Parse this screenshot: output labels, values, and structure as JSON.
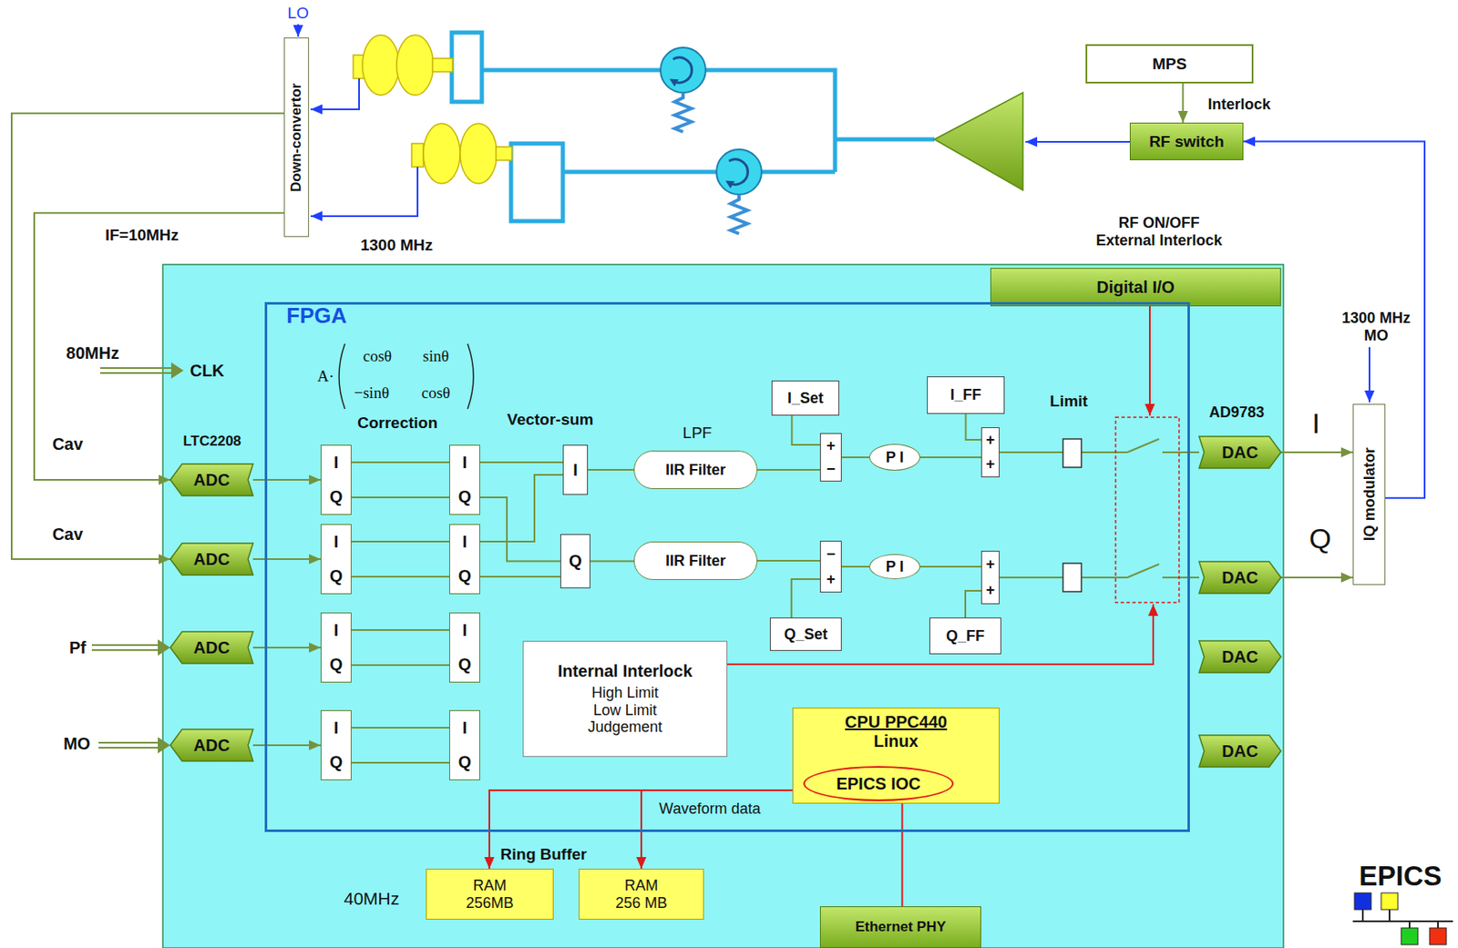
{
  "diagram": {
    "nodes": [
      {
        "text": [
          "MPS"
        ]
      },
      {
        "text": [
          "RF switch"
        ]
      },
      {
        "text": [
          "Down-convertor"
        ]
      },
      {
        "text": [
          "Digital I/O"
        ]
      },
      {
        "text": [
          "FPGA"
        ]
      },
      {
        "text": [
          "ADC"
        ]
      },
      {
        "text": [
          "ADC"
        ]
      },
      {
        "text": [
          "ADC"
        ]
      },
      {
        "text": [
          "ADC"
        ]
      },
      {
        "text": [
          "I",
          "Q"
        ],
        "in": 4
      },
      {
        "text": [
          "I",
          "Q"
        ],
        "in": 4
      },
      {
        "text": [
          "I"
        ],
        "in": 4
      },
      {
        "text": [
          "IIR Filter"
        ],
        "in": 4
      },
      {
        "text": [
          "I_Set"
        ],
        "in": 4
      },
      {
        "text": [
          "+",
          "−"
        ],
        "in": 4
      },
      {
        "text": [
          "P I"
        ],
        "in": 4
      },
      {
        "text": [
          "I_FF"
        ],
        "in": 4
      },
      {
        "text": [
          "+",
          "+"
        ],
        "in": 4
      },
      {
        "text": [
          "DAC"
        ]
      },
      {
        "text": [
          "IQ modulator"
        ]
      },
      {
        "text": [
          "I",
          "Q"
        ],
        "in": 4
      },
      {
        "text": [
          "I",
          "Q"
        ],
        "in": 4
      },
      {
        "text": [
          "Q"
        ],
        "in": 4
      },
      {
        "text": [
          "IIR Filter"
        ],
        "in": 4
      },
      {
        "text": [
          "−",
          "+"
        ],
        "in": 4
      },
      {
        "text": [
          "P I"
        ],
        "in": 4
      },
      {
        "text": [
          "Q_Set"
        ],
        "in": 4
      },
      {
        "text": [
          "Q_FF"
        ],
        "in": 4
      },
      {
        "text": [
          "+",
          "+"
        ],
        "in": 4
      },
      {
        "text": [
          "DAC"
        ]
      },
      {
        "text": [
          "I",
          "Q"
        ],
        "in": 4
      },
      {
        "text": [
          "I",
          "Q"
        ],
        "in": 4
      },
      {
        "text": [
          "Internal Interlock",
          "High Limit Low Limit Judgement"
        ],
        "in": 4
      },
      {
        "text": [
          "DAC"
        ]
      },
      {
        "text": [
          "I",
          "Q"
        ],
        "in": 4
      },
      {
        "text": [
          "I",
          "Q"
        ],
        "in": 4
      },
      {
        "text": [
          "CPU PPC440",
          "Linux"
        ],
        "in": 4
      },
      {
        "text": [
          "EPICS IOC"
        ],
        "in": 36
      },
      {
        "text": [
          "DAC"
        ]
      },
      {
        "text": [
          "RAM 256MB"
        ]
      },
      {
        "text": [
          "RAM 256 MB"
        ]
      },
      {
        "text": [
          "Ethernet PHY"
        ]
      }
    ],
    "edges": [
      {
        "from": 0,
        "to": 1,
        "arrow": "to"
      },
      {
        "from": 19,
        "to": 1,
        "arrow": "to"
      },
      {
        "from": 2,
        "to": 5,
        "arrow": "to"
      },
      {
        "from": 2,
        "to": 6,
        "arrow": "to"
      },
      {
        "from": 5,
        "to": 9,
        "arrow": "to"
      },
      {
        "from": 6,
        "to": 20,
        "arrow": "to"
      },
      {
        "from": 7,
        "to": 30,
        "arrow": "to"
      },
      {
        "from": 8,
        "to": 34,
        "arrow": "to"
      },
      {
        "from": 9,
        "to": 10,
        "arrow": "none"
      },
      {
        "from": 9,
        "to": 10,
        "arrow": "none"
      },
      {
        "from": 20,
        "to": 21,
        "arrow": "none"
      },
      {
        "from": 20,
        "to": 21,
        "arrow": "none"
      },
      {
        "from": 30,
        "to": 31,
        "arrow": "none"
      },
      {
        "from": 30,
        "to": 31,
        "arrow": "none"
      },
      {
        "from": 34,
        "to": 35,
        "arrow": "none"
      },
      {
        "from": 34,
        "to": 35,
        "arrow": "none"
      },
      {
        "from": 10,
        "to": 11,
        "arrow": "none"
      },
      {
        "from": 10,
        "to": 22,
        "arrow": "none"
      },
      {
        "from": 21,
        "to": 11,
        "arrow": "none"
      },
      {
        "from": 21,
        "to": 22,
        "arrow": "none"
      },
      {
        "from": 11,
        "to": 12,
        "arrow": "none"
      },
      {
        "from": 22,
        "to": 23,
        "arrow": "none"
      },
      {
        "from": 12,
        "to": 14,
        "arrow": "none"
      },
      {
        "from": 23,
        "to": 24,
        "arrow": "none"
      },
      {
        "from": 13,
        "to": 14,
        "arrow": "none"
      },
      {
        "from": 26,
        "to": 24,
        "arrow": "none"
      },
      {
        "from": 14,
        "to": 15,
        "arrow": "none"
      },
      {
        "from": 24,
        "to": 25,
        "arrow": "none"
      },
      {
        "from": 15,
        "to": 17,
        "arrow": "none"
      },
      {
        "from": 25,
        "to": 28,
        "arrow": "none"
      },
      {
        "from": 16,
        "to": 17,
        "arrow": "none"
      },
      {
        "from": 27,
        "to": 28,
        "arrow": "none"
      },
      {
        "from": 17,
        "to": 18,
        "arrow": "none"
      },
      {
        "from": 28,
        "to": 29,
        "arrow": "none"
      },
      {
        "from": 18,
        "to": 19,
        "arrow": "to"
      },
      {
        "from": 29,
        "to": 19,
        "arrow": "to"
      },
      {
        "from": 36,
        "to": 39,
        "arrow": "to"
      },
      {
        "from": 36,
        "to": 40,
        "arrow": "to"
      },
      {
        "from": 36,
        "to": 41,
        "arrow": "none"
      }
    ],
    "labels": [
      "LO",
      "IF=10MHz",
      "1300 MHz",
      "Interlock",
      "RF ON/OFF External Interlock",
      "1300 MHz MO",
      "80MHz",
      "CLK",
      "Cav",
      "Cav",
      "Pf",
      "MO",
      "LTC2208",
      "A·",
      "cosθ",
      "sinθ",
      "−sinθ",
      "cosθ",
      "Correction",
      "Vector-sum",
      "LPF",
      "Limit",
      "AD9783",
      "I",
      "Q",
      "Waveform data",
      "Ring Buffer",
      "40MHz",
      "EPICS"
    ]
  }
}
